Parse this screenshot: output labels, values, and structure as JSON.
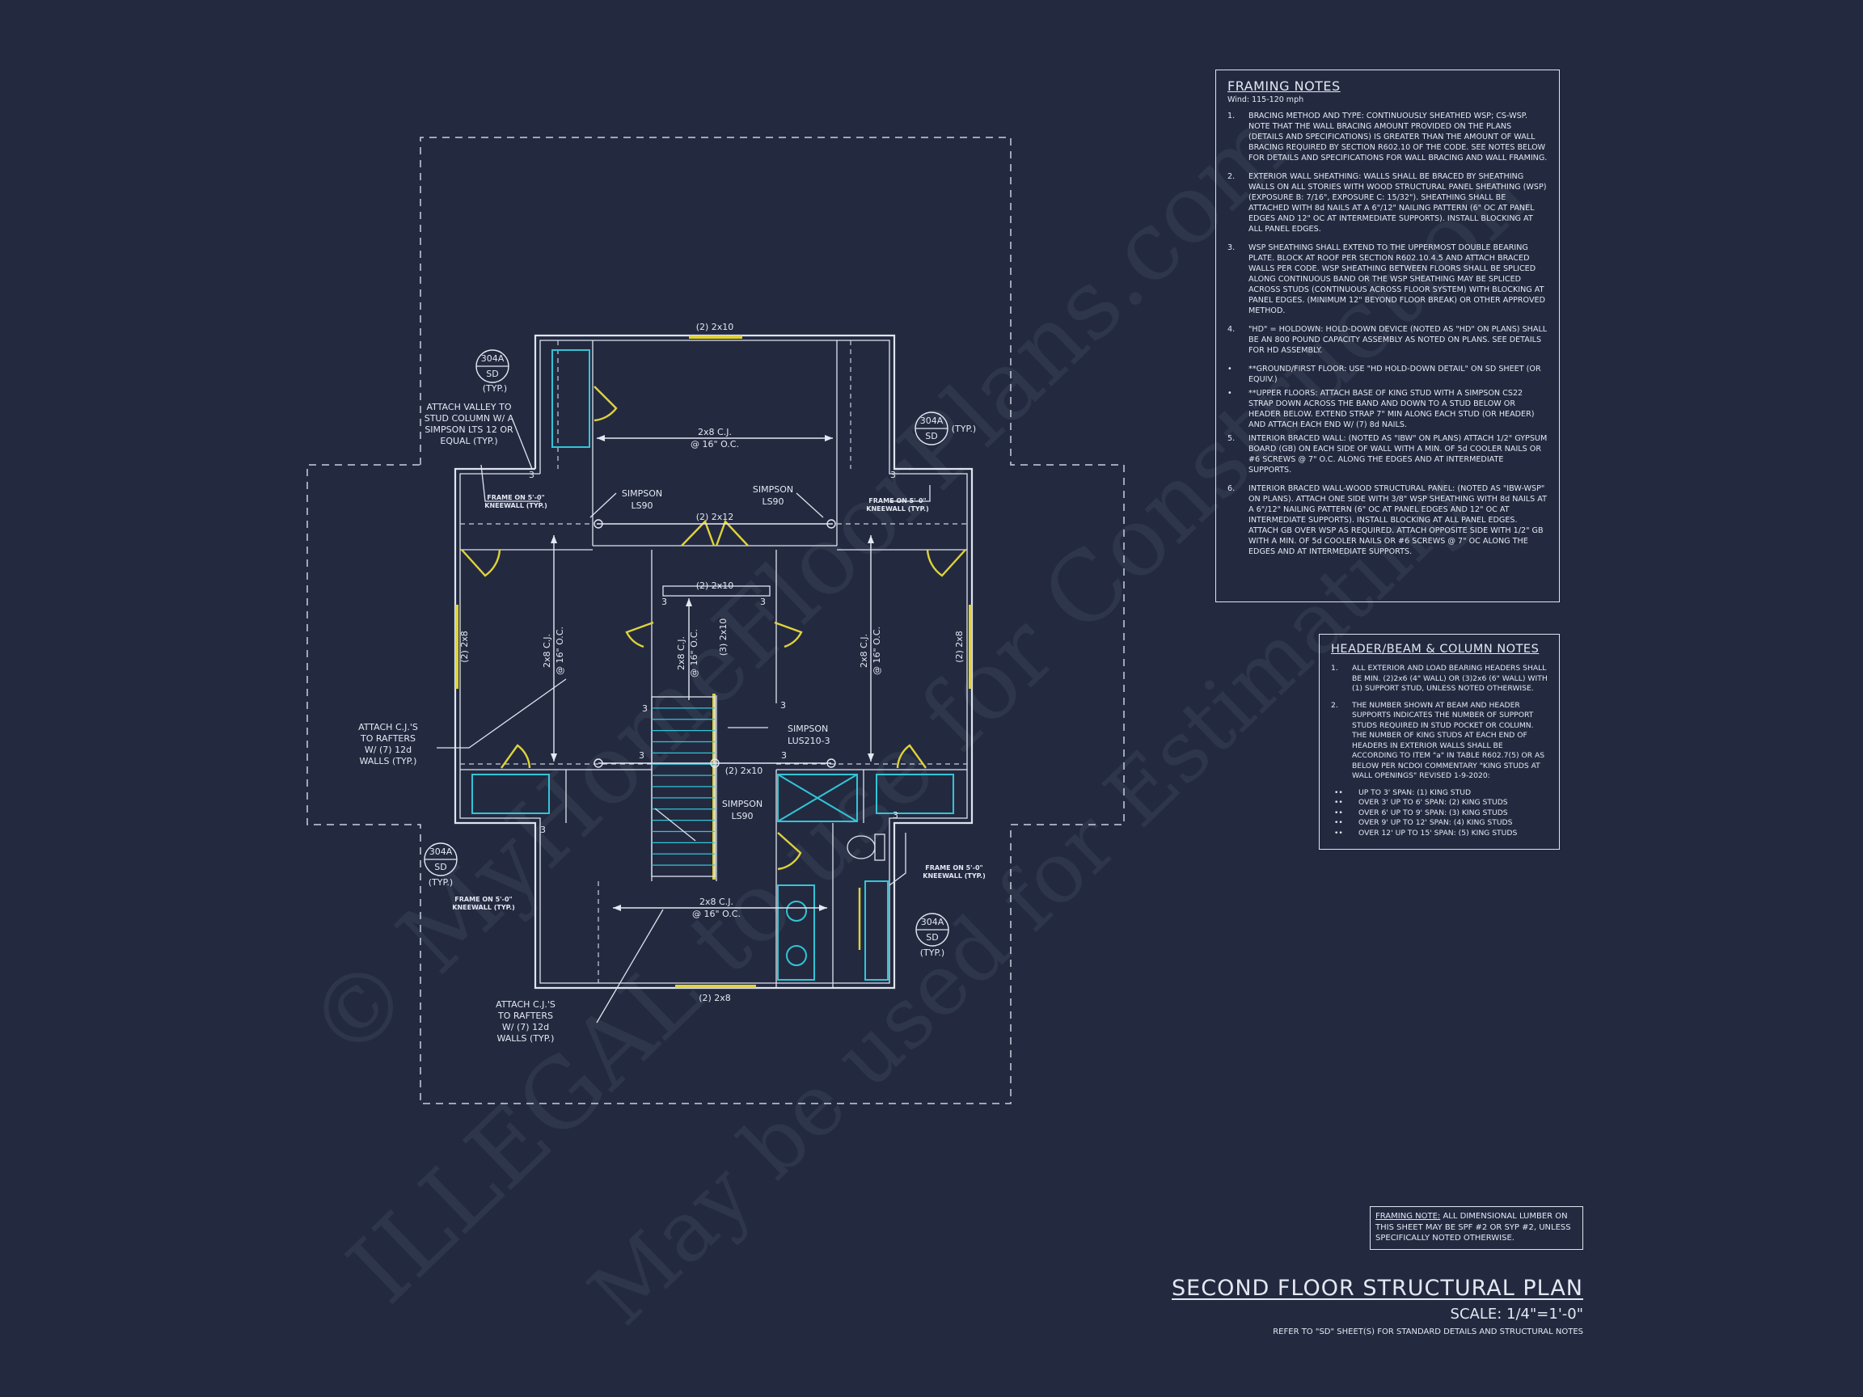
{
  "watermark": {
    "line1": "© MyHomeFloorPlans.com",
    "line2": "ILLEGAL to use for Construction",
    "line3": "May be used for Estimating"
  },
  "plan": {
    "labels": {
      "header_top": "(2) 2x10",
      "header_mid": "(2) 2x12",
      "header_hall": "(2) 2x10",
      "header_left": "(2) 2x8",
      "header_right": "(2) 2x8",
      "header_landing": "(2) 2x10",
      "header_bottom": "(2) 2x8",
      "cj_top": "2x8 C.J.",
      "cj_top_sp": "@ 16\" O.C.",
      "cj_left": "2x8 C.J.",
      "cj_left_sp": "@ 16\" O.C.",
      "cj_right": "2x8 C.J.",
      "cj_right_sp": "@ 16\" O.C.",
      "cj_hall": "2x8 C.J.",
      "cj_hall_sp": "@ 16\" O.C.",
      "cj_hall_beam": "(3) 2x10",
      "cj_bottom": "2x8 C.J.",
      "cj_bottom_sp": "@ 16\" O.C.",
      "simpson_l1": "SIMPSON",
      "simpson_l1b": "LS90",
      "simpson_r1": "SIMPSON",
      "simpson_r1b": "LS90",
      "simpson_lus1": "SIMPSON",
      "simpson_lus2": "LUS210-3",
      "simpson_b1": "SIMPSON",
      "simpson_b2": "LS90",
      "valley_1": "ATTACH VALLEY TO",
      "valley_2": "STUD COLUMN W/ A",
      "valley_3": "SIMPSON LTS 12 OR",
      "valley_4": "EQUAL (TYP.)",
      "cj_att_l1": "ATTACH C.J.'S",
      "cj_att_l2": "TO RAFTERS",
      "cj_att_l3": "W/ (7) 12d",
      "cj_att_l4": "WALLS (TYP.)",
      "cj_att_b1": "ATTACH C.J.'S",
      "cj_att_b2": "TO RAFTERS",
      "cj_att_b3": "W/ (7) 12d",
      "cj_att_b4": "WALLS (TYP.)",
      "kw_1a": "FRAME ON 5'-0\"",
      "kw_1b": "KNEEWALL (TYP.)",
      "kw_2a": "FRAME ON 5'-0\"",
      "kw_2b": "KNEEWALL (TYP.)",
      "kw_3a": "FRAME ON 5'-0\"",
      "kw_3b": "KNEEWALL (TYP.)",
      "kw_4a": "FRAME ON 5'-0\"",
      "kw_4b": "KNEEWALL (TYP.)",
      "stud": "3",
      "tag_detail": "304A",
      "tag_sheet": "SD",
      "tag_typ": "(TYP.)"
    }
  },
  "framing_notes": {
    "title": "FRAMING NOTES",
    "wind": "Wind: 115-120 mph",
    "notes": [
      {
        "num": "1.",
        "text": "BRACING METHOD AND TYPE: CONTINUOUSLY SHEATHED WSP; CS-WSP. NOTE THAT THE WALL BRACING AMOUNT PROVIDED ON THE PLANS (DETAILS AND SPECIFICATIONS) IS GREATER THAN THE AMOUNT OF WALL BRACING REQUIRED BY SECTION R602.10 OF THE CODE. SEE NOTES BELOW FOR DETAILS AND SPECIFICATIONS FOR WALL BRACING AND WALL FRAMING."
      },
      {
        "num": "2.",
        "text": "EXTERIOR WALL SHEATHING: WALLS SHALL BE BRACED BY SHEATHING WALLS ON ALL STORIES WITH WOOD STRUCTURAL PANEL SHEATHING (WSP) (EXPOSURE B: 7/16\", EXPOSURE C: 15/32\"). SHEATHING SHALL BE ATTACHED WITH 8d NAILS AT A 6\"/12\" NAILING PATTERN (6\" OC AT PANEL EDGES AND 12\" OC AT INTERMEDIATE SUPPORTS). INSTALL BLOCKING AT ALL PANEL EDGES."
      },
      {
        "num": "3.",
        "text": "WSP SHEATHING SHALL EXTEND TO THE UPPERMOST DOUBLE BEARING PLATE. BLOCK AT ROOF PER SECTION R602.10.4.5 AND ATTACH BRACED WALLS PER CODE. WSP SHEATHING BETWEEN FLOORS SHALL BE SPLICED ALONG CONTINUOUS BAND OR THE WSP SHEATHING MAY BE SPLICED ACROSS STUDS (CONTINUOUS ACROSS FLOOR SYSTEM) WITH BLOCKING AT PANEL EDGES. (MINIMUM 12\" BEYOND FLOOR BREAK) OR OTHER APPROVED METHOD."
      },
      {
        "num": "4.",
        "text": "\"HD\" = HOLDOWN: HOLD-DOWN DEVICE (NOTED AS \"HD\" ON PLANS) SHALL BE AN 800 POUND CAPACITY ASSEMBLY AS NOTED ON PLANS. SEE DETAILS FOR HD ASSEMBLY."
      }
    ],
    "bullets": [
      {
        "mark": "•",
        "text": "**GROUND/FIRST FLOOR: USE \"HD HOLD-DOWN DETAIL\" ON SD SHEET (OR EQUIV.)"
      },
      {
        "mark": "•",
        "text": "**UPPER FLOORS: ATTACH BASE OF KING STUD WITH A SIMPSON CS22 STRAP DOWN ACROSS THE BAND AND DOWN TO A STUD BELOW OR HEADER BELOW. EXTEND STRAP 7\" MIN ALONG EACH STUD (OR HEADER) AND ATTACH EACH END W/ (7) 8d NAILS."
      }
    ],
    "notes2": [
      {
        "num": "5.",
        "text": "INTERIOR BRACED WALL: (NOTED AS \"IBW\" ON PLANS) ATTACH 1/2\" GYPSUM BOARD (GB) ON EACH SIDE OF WALL WITH A MIN. OF 5d COOLER NAILS OR #6 SCREWS @ 7\" O.C. ALONG THE EDGES AND AT INTERMEDIATE SUPPORTS."
      },
      {
        "num": "6.",
        "text": "INTERIOR BRACED WALL-WOOD STRUCTURAL PANEL: (NOTED AS \"IBW-WSP\" ON PLANS). ATTACH ONE SIDE WITH 3/8\" WSP SHEATHING WITH 8d NAILS AT A 6\"/12\" NAILING PATTERN (6\" OC AT PANEL EDGES AND 12\" OC AT INTERMEDIATE SUPPORTS). INSTALL BLOCKING AT ALL PANEL EDGES. ATTACH GB OVER WSP AS REQUIRED. ATTACH OPPOSITE SIDE WITH 1/2\" GB WITH A MIN. OF 5d COOLER NAILS OR #6 SCREWS @ 7\" OC ALONG THE EDGES AND AT INTERMEDIATE SUPPORTS."
      }
    ]
  },
  "header_notes": {
    "title": "HEADER/BEAM & COLUMN NOTES",
    "items": [
      {
        "num": "1.",
        "text": "ALL EXTERIOR AND LOAD BEARING HEADERS SHALL BE MIN. (2)2x6 (4\" WALL) OR (3)2x6 (6\" WALL) WITH (1) SUPPORT STUD, UNLESS NOTED OTHERWISE."
      },
      {
        "num": "2.",
        "text": "THE NUMBER SHOWN AT BEAM AND HEADER SUPPORTS INDICATES THE NUMBER OF SUPPORT STUDS REQUIRED IN STUD POCKET OR COLUMN. THE NUMBER OF KING STUDS AT EACH END OF HEADERS IN EXTERIOR WALLS SHALL BE ACCORDING TO ITEM \"a\" IN TABLE R602.7(5) OR AS BELOW PER NCDOI COMMENTARY \"KING STUDS AT WALL OPENINGS\" REVISED 1-9-2020:"
      }
    ],
    "spans": [
      {
        "mark": "••",
        "text": "UP TO 3' SPAN: (1) KING STUD"
      },
      {
        "mark": "••",
        "text": "OVER 3' UP TO 6' SPAN: (2) KING STUDS"
      },
      {
        "mark": "••",
        "text": "OVER 6' UP TO 9' SPAN: (3) KING STUDS"
      },
      {
        "mark": "••",
        "text": "OVER 9' UP TO 12' SPAN: (4) KING STUDS"
      },
      {
        "mark": "••",
        "text": "OVER 12' UP TO 15' SPAN: (5) KING STUDS"
      }
    ]
  },
  "framing_note_small": {
    "label": "FRAMING NOTE:",
    "text": "ALL DIMENSIONAL LUMBER ON THIS SHEET MAY BE SPF #2 OR SYP #2, UNLESS SPECIFICALLY NOTED OTHERWISE."
  },
  "title_block": {
    "title": "SECOND FLOOR STRUCTURAL PLAN",
    "scale": "SCALE: 1/4\"=1'-0\"",
    "reference": "REFER TO \"SD\" SHEET(S) FOR STANDARD DETAILS AND STRUCTURAL NOTES"
  }
}
